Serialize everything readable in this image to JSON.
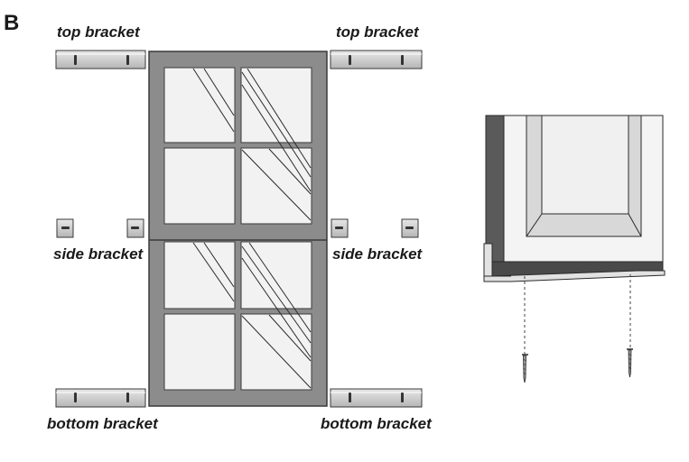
{
  "figure": {
    "letter": "B"
  },
  "labels": {
    "top_bracket": "top bracket",
    "side_bracket": "side bracket",
    "bottom_bracket": "bottom bracket"
  },
  "colors": {
    "frame": "#8c8c8c",
    "frame_stroke": "#3a3a3a",
    "glass": "#f2f2f2",
    "bracket": "#cfcfcf",
    "slot": "#333333"
  },
  "icons": {
    "screw": "screw-icon",
    "slot": "slot-icon"
  }
}
